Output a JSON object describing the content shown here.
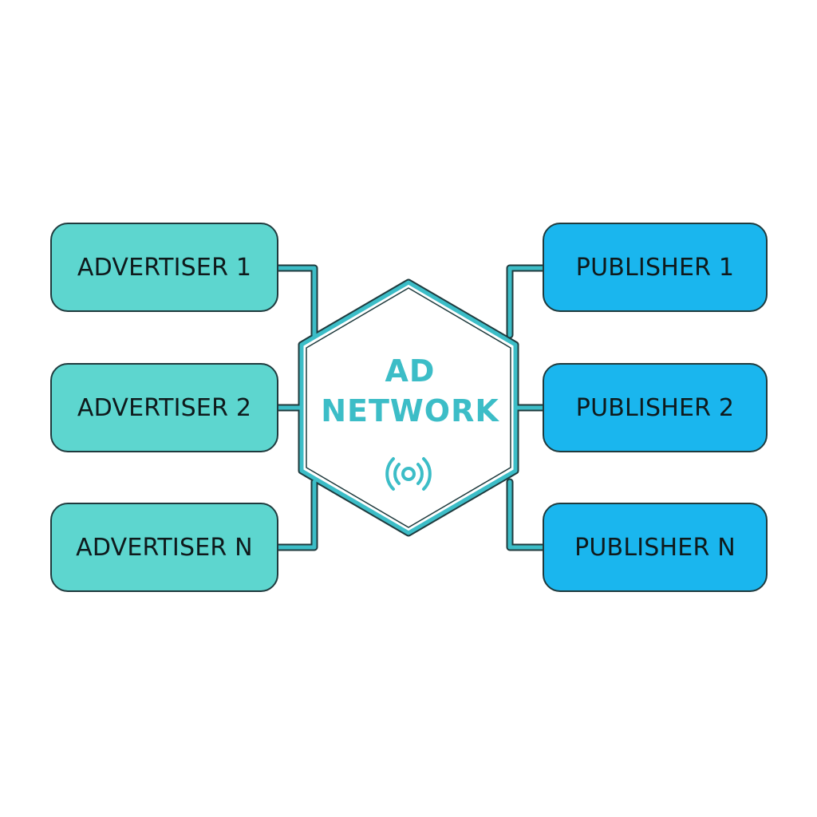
{
  "colors": {
    "advertiser_fill": "#5dd6cf",
    "publisher_fill": "#1ab6ee",
    "connector": "#3cbdc7",
    "connector_outline": "#1f3a3d",
    "hub_text": "#3cbdc7",
    "box_text": "#0f1a1c"
  },
  "hub": {
    "line1": "AD",
    "line2": "NETWORK",
    "icon": "broadcast-signal-icon"
  },
  "advertisers": [
    {
      "label": "ADVERTISER 1"
    },
    {
      "label": "ADVERTISER 2"
    },
    {
      "label": "ADVERTISER N"
    }
  ],
  "publishers": [
    {
      "label": "PUBLISHER 1"
    },
    {
      "label": "PUBLISHER 2"
    },
    {
      "label": "PUBLISHER N"
    }
  ]
}
